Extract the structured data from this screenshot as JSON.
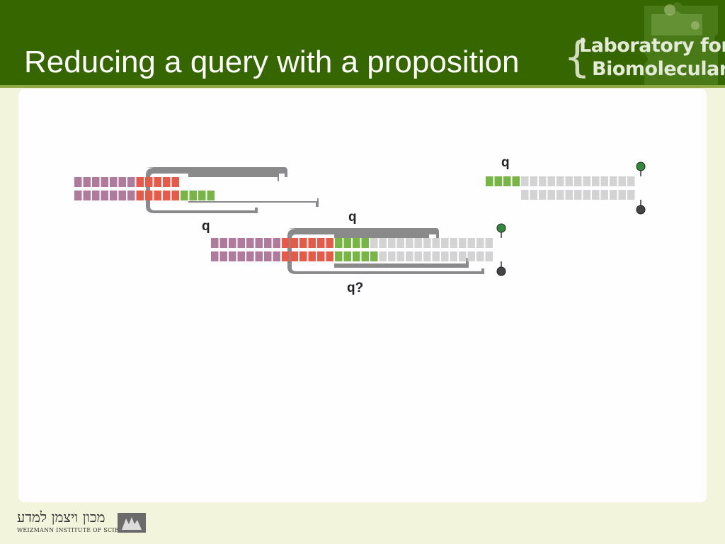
{
  "slide": {
    "title": "Reducing a query with a proposition",
    "lab_logo": {
      "line1": "Laboratory for",
      "line2": "Biomolecular",
      "brace": "{"
    },
    "footer": {
      "hebrew": "מכון ויצמן למדע",
      "english": "WEIZMANN INSTITUTE OF SCIENCE"
    }
  },
  "diagram": {
    "labels": {
      "q_right": "q",
      "q_left": "q",
      "q_center": "q",
      "q_query": "q?"
    },
    "colors": {
      "pink": "#b07a9c",
      "red": "#e85a48",
      "green": "#77b544",
      "gray": "#d3d3d3",
      "frame": "#8a8a8a",
      "ball_green": "#2f8a3a",
      "ball_dark": "#444444"
    }
  }
}
